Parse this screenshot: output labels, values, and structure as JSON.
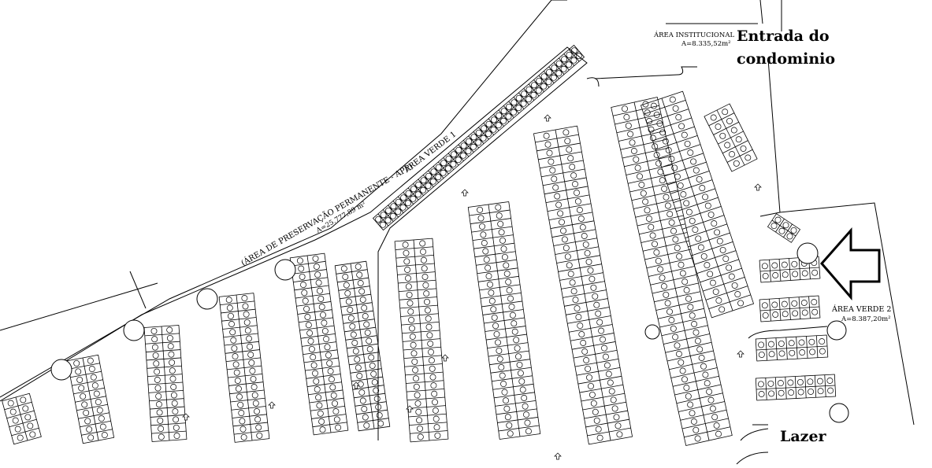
{
  "labels": {
    "entrada_line1": "Entrada do",
    "entrada_line2": "condominio",
    "lazer": "Lazer",
    "area_institucional_title": "ÁREA INSTITUCIONAL",
    "area_institucional_area": "A=8.335,52m²",
    "area_verde_1": "ÁREA VERDE 1",
    "app_title": "(ÁREA DE PRESERVAÇÃO PERMANENTE - APP)",
    "app_area": "A=25.777,89 m²",
    "area_verde_2_title": "ÁREA VERDE 2",
    "area_verde_2_area": "A=8.387,20m²"
  },
  "colors": {
    "line": "#000000",
    "background": "#ffffff"
  },
  "icons": {
    "entrance_arrow": "outlined-left-arrow-icon",
    "lot_marker": "circle-lot-marker-icon",
    "traffic_arrow": "small-road-arrow-icon"
  }
}
